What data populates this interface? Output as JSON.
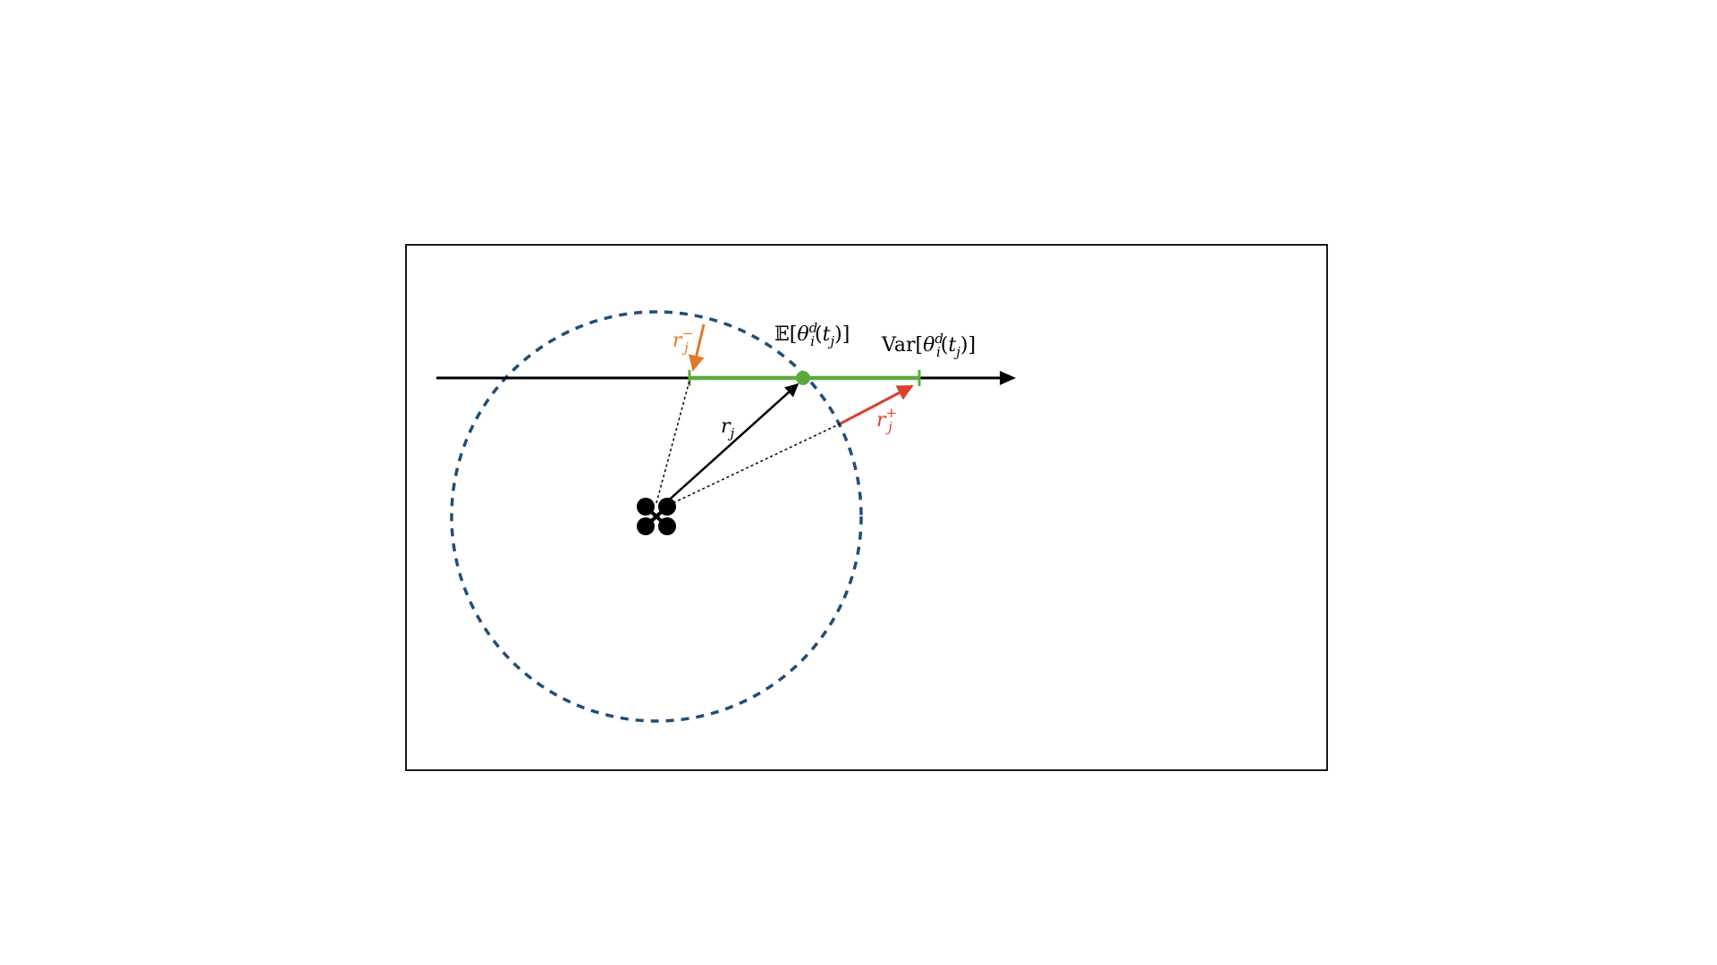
{
  "diagram": {
    "expectation_label": {
      "prefix": "𝔼[",
      "symbol": "θ",
      "superscript": "d",
      "subscript": "i",
      "argument_open": "(",
      "argument_var": "t",
      "argument_sub": "j",
      "argument_close": ")]"
    },
    "variance_label": {
      "prefix": "Var[",
      "symbol": "θ",
      "superscript": "d",
      "subscript": "i",
      "argument_open": "(",
      "argument_var": "t",
      "argument_sub": "j",
      "argument_close": ")]"
    },
    "r_minus_label": {
      "symbol": "r",
      "subscript": "j",
      "superscript": "−"
    },
    "r_plus_label": {
      "symbol": "r",
      "subscript": "j",
      "superscript": "+"
    },
    "r_label": {
      "symbol": "r",
      "subscript": "j"
    },
    "colors": {
      "frame": "#000000",
      "circle": "#1f4e79",
      "interval": "#5aab3c",
      "mean_point": "#5aab3c",
      "r_minus_arrow": "#e07b2c",
      "r_plus_arrow": "#d9412b",
      "r_arrow": "#000000",
      "axis": "#000000"
    },
    "icons": {
      "drone": "quadcopter-icon"
    }
  }
}
